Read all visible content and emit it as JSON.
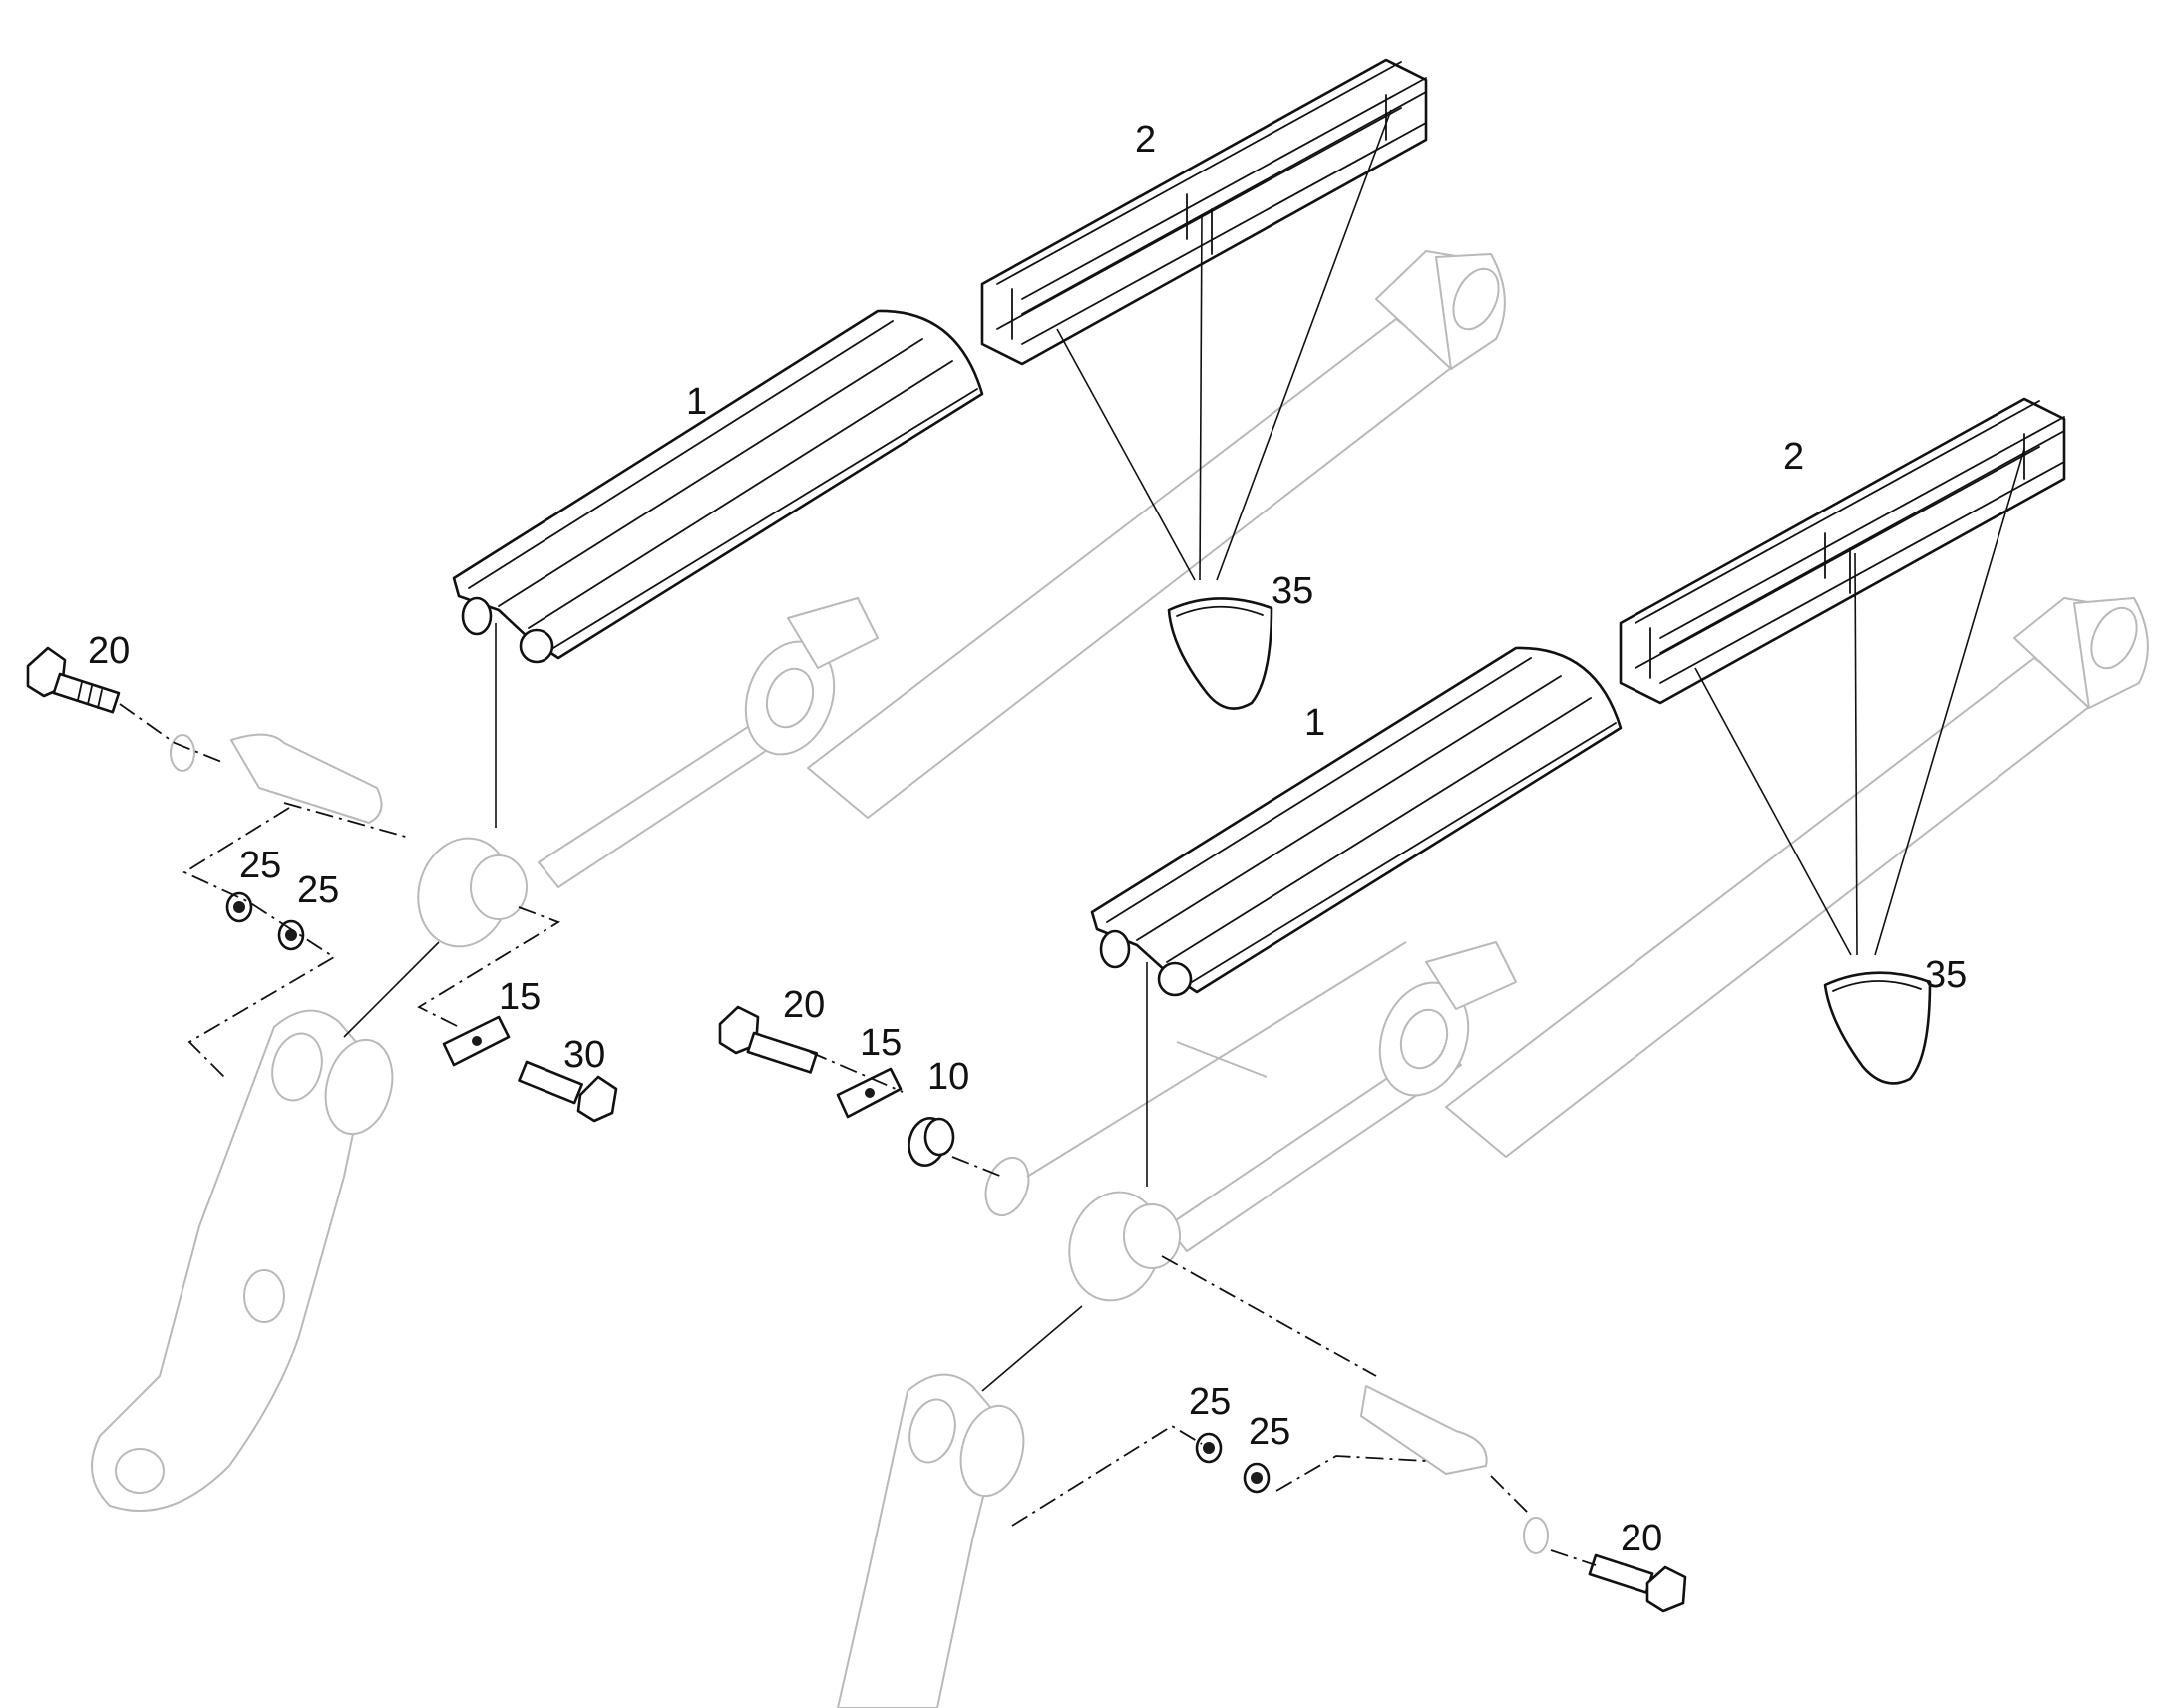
{
  "callouts": {
    "left_cover": "1",
    "left_frame": "2",
    "left_band": "35",
    "left_top_bolt": "20",
    "left_washer_a": "25",
    "left_washer_b": "25",
    "left_plate": "15",
    "left_bottom_bolt": "30",
    "right_cover": "1",
    "right_frame": "2",
    "right_band": "35",
    "right_bolt_top": "20",
    "right_plate": "15",
    "right_spacer": "10",
    "right_washer_a": "25",
    "right_washer_b": "25",
    "right_bolt_bottom": "20"
  }
}
